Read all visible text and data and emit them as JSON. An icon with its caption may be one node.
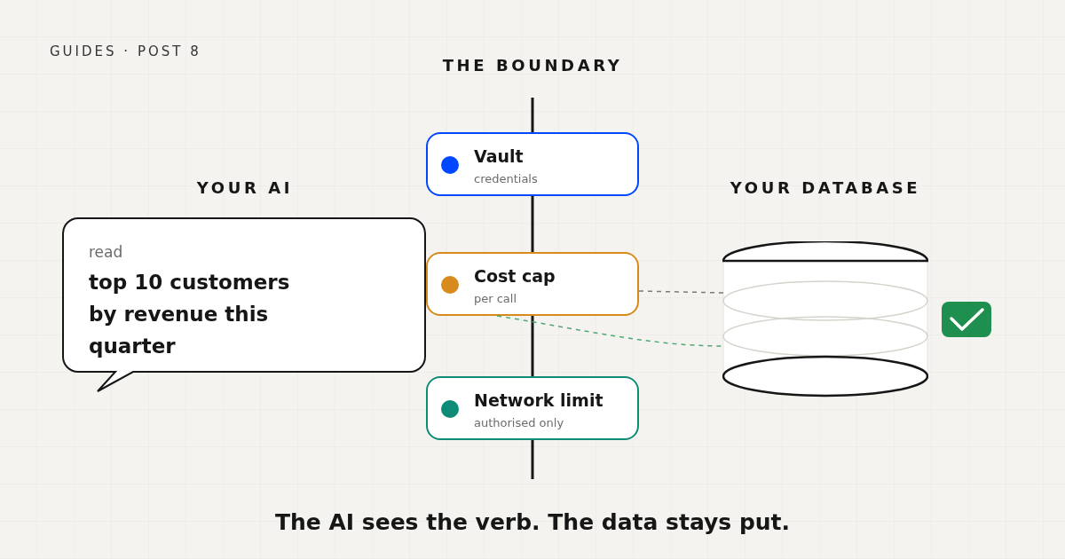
{
  "diagram": {
    "caption": "The AI sees the verb. The data stays put.",
    "nodes": [
      {
        "text": [
          "read",
          "top 10 customers by revenue this quarter"
        ]
      },
      {
        "text": [
          "Vault",
          "credentials"
        ]
      },
      {
        "text": [
          "Cost cap",
          "per call"
        ]
      },
      {
        "text": [
          "Network limit",
          "authorised only"
        ]
      },
      {
        "text": [],
        "shape": "cylinder"
      }
    ],
    "edges": [
      {
        "from": 2,
        "to": 4,
        "arrow": "none",
        "style": "dashed",
        "color": "#7a7a7a"
      },
      {
        "from": 2,
        "to": 4,
        "arrow": "none",
        "style": "dashed",
        "color": "#4fa772"
      }
    ],
    "labels": [
      "GUIDES · POST 8",
      "THE BOUNDARY",
      "YOUR AI",
      "YOUR DATABASE"
    ]
  }
}
